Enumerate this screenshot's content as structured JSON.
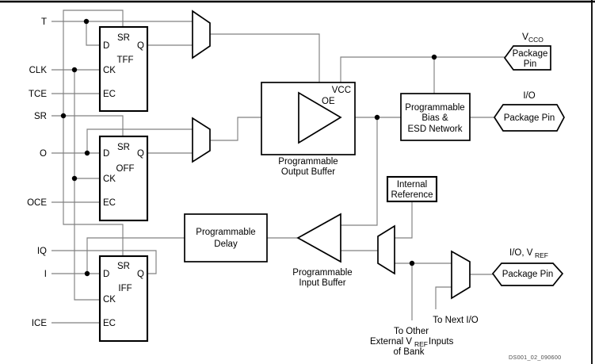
{
  "colors": {
    "wire": "#808080",
    "ink": "#000000",
    "bg": "#ffffff",
    "footer": "#4a4a4a"
  },
  "inputs": {
    "t": "T",
    "clk": "CLK",
    "tce": "TCE",
    "sr": "SR",
    "o": "O",
    "oce": "OCE",
    "iq": "IQ",
    "i": "I",
    "ice": "ICE"
  },
  "flip_flops": {
    "ports": {
      "sr": "SR",
      "d": "D",
      "q": "Q",
      "ck": "CK",
      "ec": "EC"
    },
    "tff_name": "TFF",
    "off_name": "OFF",
    "iff_name": "IFF"
  },
  "blocks": {
    "output_buffer": {
      "vcc": "VCC",
      "oe": "OE",
      "line1": "Programmable",
      "line2": "Output Buffer"
    },
    "bias": {
      "line1": "Programmable",
      "line2": "Bias &",
      "line3": "ESD Network"
    },
    "internal_reference": {
      "line1": "Internal",
      "line2": "Reference"
    },
    "delay": {
      "line1": "Programmable",
      "line2": "Delay"
    },
    "input_buffer": {
      "line1": "Programmable",
      "line2": "Input Buffer"
    }
  },
  "pins": {
    "vcco": {
      "label_base": "V",
      "label_sub": "CCO",
      "line1": "Package",
      "line2": "Pin"
    },
    "io": {
      "label": "I/O",
      "text": "Package Pin"
    },
    "io_vref": {
      "label_base": "I/O, V",
      "label_sub": "REF",
      "text": "Package Pin"
    }
  },
  "annotations": {
    "to_next_io": "To Next I/O",
    "to_other_line1": "To Other",
    "to_other_line2_base": "External V",
    "to_other_line2_sub": "REF",
    "to_other_line2_rest": "Inputs",
    "to_other_line3": "of Bank",
    "footer": "DS001_02_090600"
  }
}
